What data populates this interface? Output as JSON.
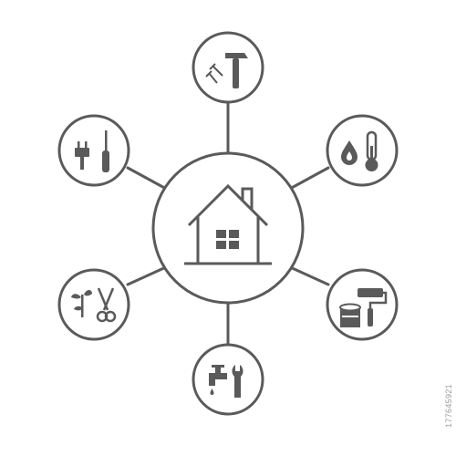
{
  "diagram": {
    "line_color": "#5a5a5a",
    "background": "#ffffff",
    "center": {
      "name": "house",
      "icon": "house-icon"
    },
    "nodes": [
      {
        "name": "carpentry",
        "icons": [
          "nails-icon",
          "hammer-icon"
        ]
      },
      {
        "name": "heating",
        "icons": [
          "water-drop-icon",
          "thermometer-icon"
        ]
      },
      {
        "name": "painting",
        "icons": [
          "paint-bucket-icon",
          "paint-roller-icon"
        ]
      },
      {
        "name": "plumbing",
        "icons": [
          "water-tap-icon",
          "wrench-icon"
        ]
      },
      {
        "name": "gardening",
        "icons": [
          "plant-sprout-icon",
          "scissors-icon"
        ]
      },
      {
        "name": "electrical",
        "icons": [
          "electric-plug-icon",
          "screwdriver-icon"
        ]
      }
    ]
  },
  "watermark": {
    "stock_id": "177645921"
  }
}
